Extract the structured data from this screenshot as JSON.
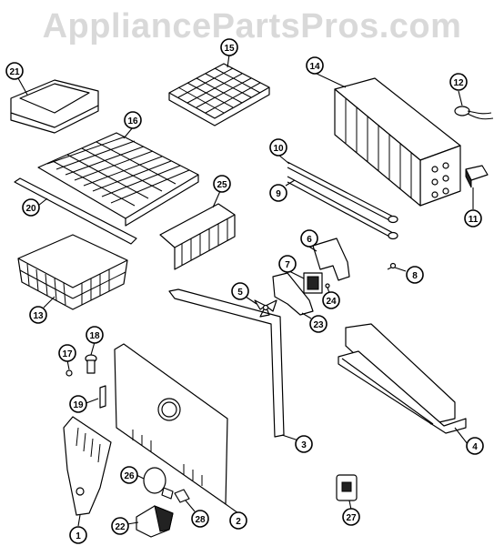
{
  "watermark": "AppliancePartsPros.com",
  "callouts": [
    "1",
    "2",
    "3",
    "4",
    "5",
    "6",
    "7",
    "8",
    "9",
    "10",
    "11",
    "12",
    "13",
    "14",
    "15",
    "16",
    "17",
    "18",
    "19",
    "20",
    "21",
    "22",
    "23",
    "24",
    "25",
    "26",
    "27",
    "28"
  ]
}
